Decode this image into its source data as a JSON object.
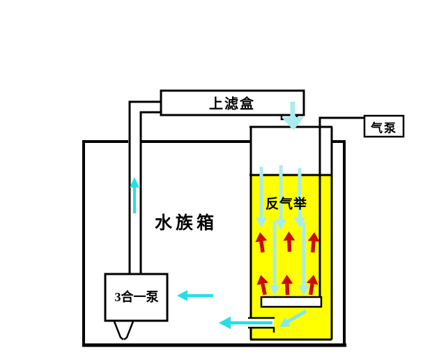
{
  "diagram": {
    "title": "Aquarium counter-airlift filtration diagram",
    "labels": {
      "top_filter_box": "上滤盒",
      "air_pump": "气泵",
      "aquarium": "水族箱",
      "counter_airlift": "反气举",
      "three_in_one_pump": "3合一泵"
    },
    "colors": {
      "background": "#ffffff",
      "outline": "#000000",
      "airlift_fill": "#ffff00",
      "water_flow_bright": "#25dfe6",
      "water_flow_mid": "#7fe8ec",
      "water_flow_pale": "#a9eced",
      "air_bubbles": "#cb0b0b"
    },
    "flow_arrows": [
      {
        "name": "filter-outflow-into-column",
        "color": "pale-cyan",
        "direction": "down"
      },
      {
        "name": "column-downflow-1",
        "color": "pale-cyan",
        "direction": "down"
      },
      {
        "name": "column-downflow-2",
        "color": "pale-cyan",
        "direction": "down"
      },
      {
        "name": "column-downflow-3",
        "color": "pale-cyan",
        "direction": "down"
      },
      {
        "name": "column-downflow-long-1",
        "color": "pale-cyan",
        "direction": "down"
      },
      {
        "name": "column-downflow-long-2",
        "color": "pale-cyan",
        "direction": "down"
      },
      {
        "name": "column-exit-diagonal",
        "color": "mid-cyan",
        "direction": "down-left"
      },
      {
        "name": "outlet-to-tank",
        "color": "bright-cyan",
        "direction": "left"
      },
      {
        "name": "tank-to-pump",
        "color": "bright-cyan",
        "direction": "left"
      },
      {
        "name": "pump-riser-up",
        "color": "bright-cyan",
        "direction": "up"
      }
    ],
    "bubble_arrows": {
      "count": 6,
      "color": "red",
      "direction": "up"
    }
  }
}
